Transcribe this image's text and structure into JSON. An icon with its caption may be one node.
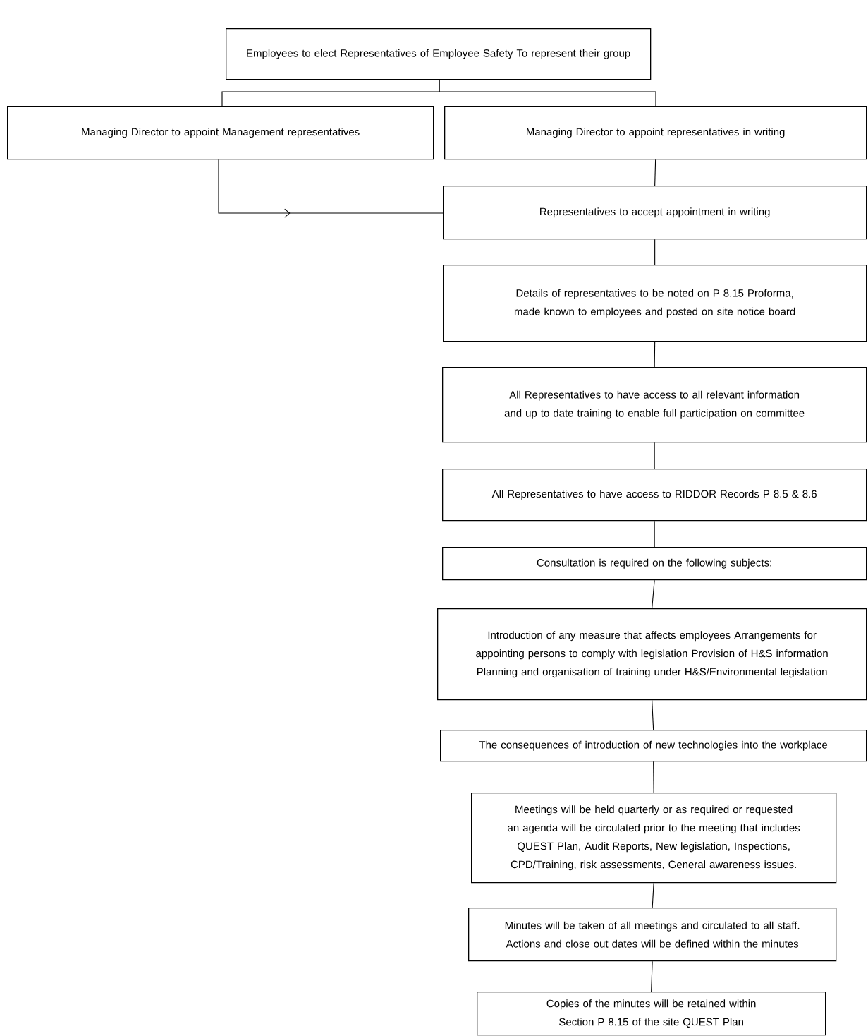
{
  "diagram": {
    "nodes": [
      {
        "text": [
          "Employees to elect Representatives of Employee Safety To represent their group"
        ]
      },
      {
        "text": [
          "Managing Director to appoint Management representatives"
        ]
      },
      {
        "text": [
          "Managing Director to appoint representatives in writing"
        ]
      },
      {
        "text": [
          "Representatives to accept appointment in writing"
        ]
      },
      {
        "text": [
          "Details of representatives to be noted on P 8.15 Proforma, made known to employees and posted on site notice board"
        ]
      },
      {
        "text": [
          "All Representatives to have access to all relevant information and up to date training to enable full participation on committee"
        ]
      },
      {
        "text": [
          "All Representatives to have access to RIDDOR Records P 8.5 & 8.6"
        ]
      },
      {
        "text": [
          "Consultation is required on the following subjects:"
        ]
      },
      {
        "text": [
          "Introduction of any measure that affects employees Arrangements for appointing persons to comply with legislation Provision of H&S information Planning and organisation of training under H&S/Environmental legislation"
        ]
      },
      {
        "text": [
          "The consequences of introduction of new technologies into the workplace"
        ]
      },
      {
        "text": [
          "Meetings will be held quarterly or as required or requested an agenda will be circulated prior to the meeting that includes QUEST Plan, Audit Reports, New legislation, Inspections, CPD/Training, risk assessments, General awareness issues."
        ]
      },
      {
        "text": [
          "Minutes will be taken of all meetings and circulated to all staff. Actions and close out dates will be defined within the minutes"
        ]
      },
      {
        "text": [
          "Copies of the minutes will be retained within Section P 8.15 of the site QUEST Plan"
        ]
      }
    ],
    "edges": [
      {
        "from": 0,
        "to": 1,
        "arrow": "none"
      },
      {
        "from": 0,
        "to": 2,
        "arrow": "none"
      },
      {
        "from": 1,
        "to": 3,
        "arrow": "to"
      },
      {
        "from": 2,
        "to": 3,
        "arrow": "none"
      },
      {
        "from": 3,
        "to": 4,
        "arrow": "none"
      },
      {
        "from": 4,
        "to": 5,
        "arrow": "none"
      },
      {
        "from": 5,
        "to": 6,
        "arrow": "none"
      },
      {
        "from": 6,
        "to": 7,
        "arrow": "none"
      },
      {
        "from": 7,
        "to": 8,
        "arrow": "none"
      },
      {
        "from": 8,
        "to": 9,
        "arrow": "none"
      },
      {
        "from": 9,
        "to": 10,
        "arrow": "none"
      },
      {
        "from": 10,
        "to": 11,
        "arrow": "none"
      },
      {
        "from": 11,
        "to": 12,
        "arrow": "none"
      }
    ]
  }
}
